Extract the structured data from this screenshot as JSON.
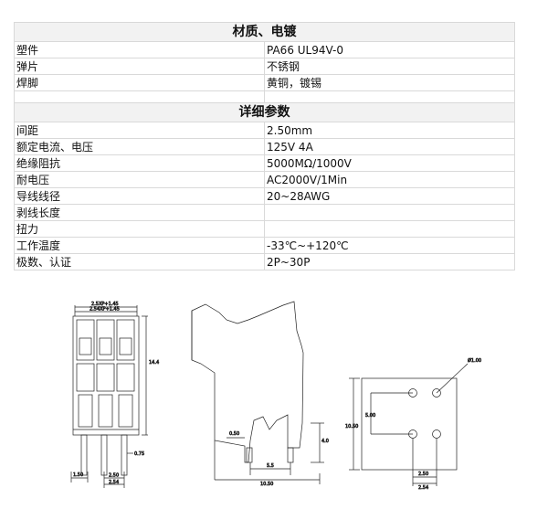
{
  "sections": [
    {
      "title": "材质、电镀",
      "rows": [
        {
          "label": "塑件",
          "value": "PA66 UL94V-0"
        },
        {
          "label": "弹片",
          "value": "不锈钢"
        },
        {
          "label": "焊脚",
          "value": "黄铜，镀锡"
        }
      ]
    },
    {
      "title": "详细参数",
      "rows": [
        {
          "label": "间距",
          "value": "2.50mm"
        },
        {
          "label": "额定电流、电压",
          "value": "125V  4A"
        },
        {
          "label": "绝缘阻抗",
          "value": "5000MΩ/1000V"
        },
        {
          "label": "耐电压",
          "value": "AC2000V/1Min"
        },
        {
          "label": "导线线径",
          "value": "20~28AWG"
        },
        {
          "label": "剥线长度",
          "value": ""
        },
        {
          "label": "扭力",
          "value": ""
        },
        {
          "label": "工作温度",
          "value": "-33℃~+120℃"
        },
        {
          "label": "极数、认证",
          "value": "2P~30P"
        }
      ]
    }
  ],
  "drawing": {
    "front_top_dim1": "2.5XP+1.45",
    "front_top_dim2": "2.54XP+1.45",
    "front_height": "14.4",
    "pin_dim": "0.75",
    "bottom_dim1": "1.50",
    "bottom_dim2": "2.50",
    "bottom_dim3": "2.54",
    "side_w1": "0.50",
    "side_w2": "5.5",
    "side_w3": "10.50",
    "side_h": "4.0",
    "pcb_height": "10.50",
    "pcb_inner": "5.00",
    "hole_dia": "Ø1.00",
    "pcb_bottom1": "2.50",
    "pcb_bottom2": "2.54"
  }
}
